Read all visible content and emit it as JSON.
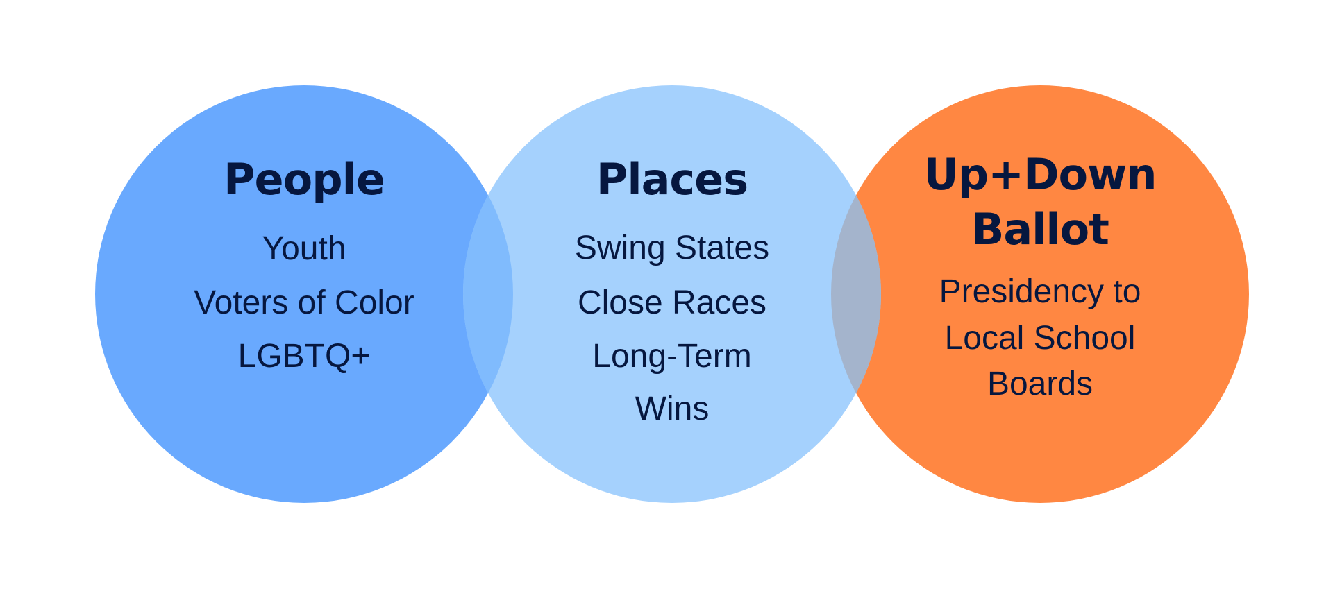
{
  "colors": {
    "people": "#69a9fe",
    "places": "#a5d1fd",
    "ballot": "#ff8742",
    "people_places_overlap": "#80bbfd",
    "places_ballot_overlap": "#a4b4cc",
    "text": "#06173f"
  },
  "circles": [
    {
      "title_lines": [
        "People"
      ],
      "items": [
        "Youth",
        "Voters of Color",
        "LGBTQ+"
      ]
    },
    {
      "title_lines": [
        "Places"
      ],
      "items": [
        "Swing States",
        "Close Races",
        "Long-Term",
        "Wins"
      ]
    },
    {
      "title_lines": [
        "Up+Down",
        "Ballot"
      ],
      "items": [
        "Presidency to",
        "Local School",
        "Boards"
      ]
    }
  ]
}
